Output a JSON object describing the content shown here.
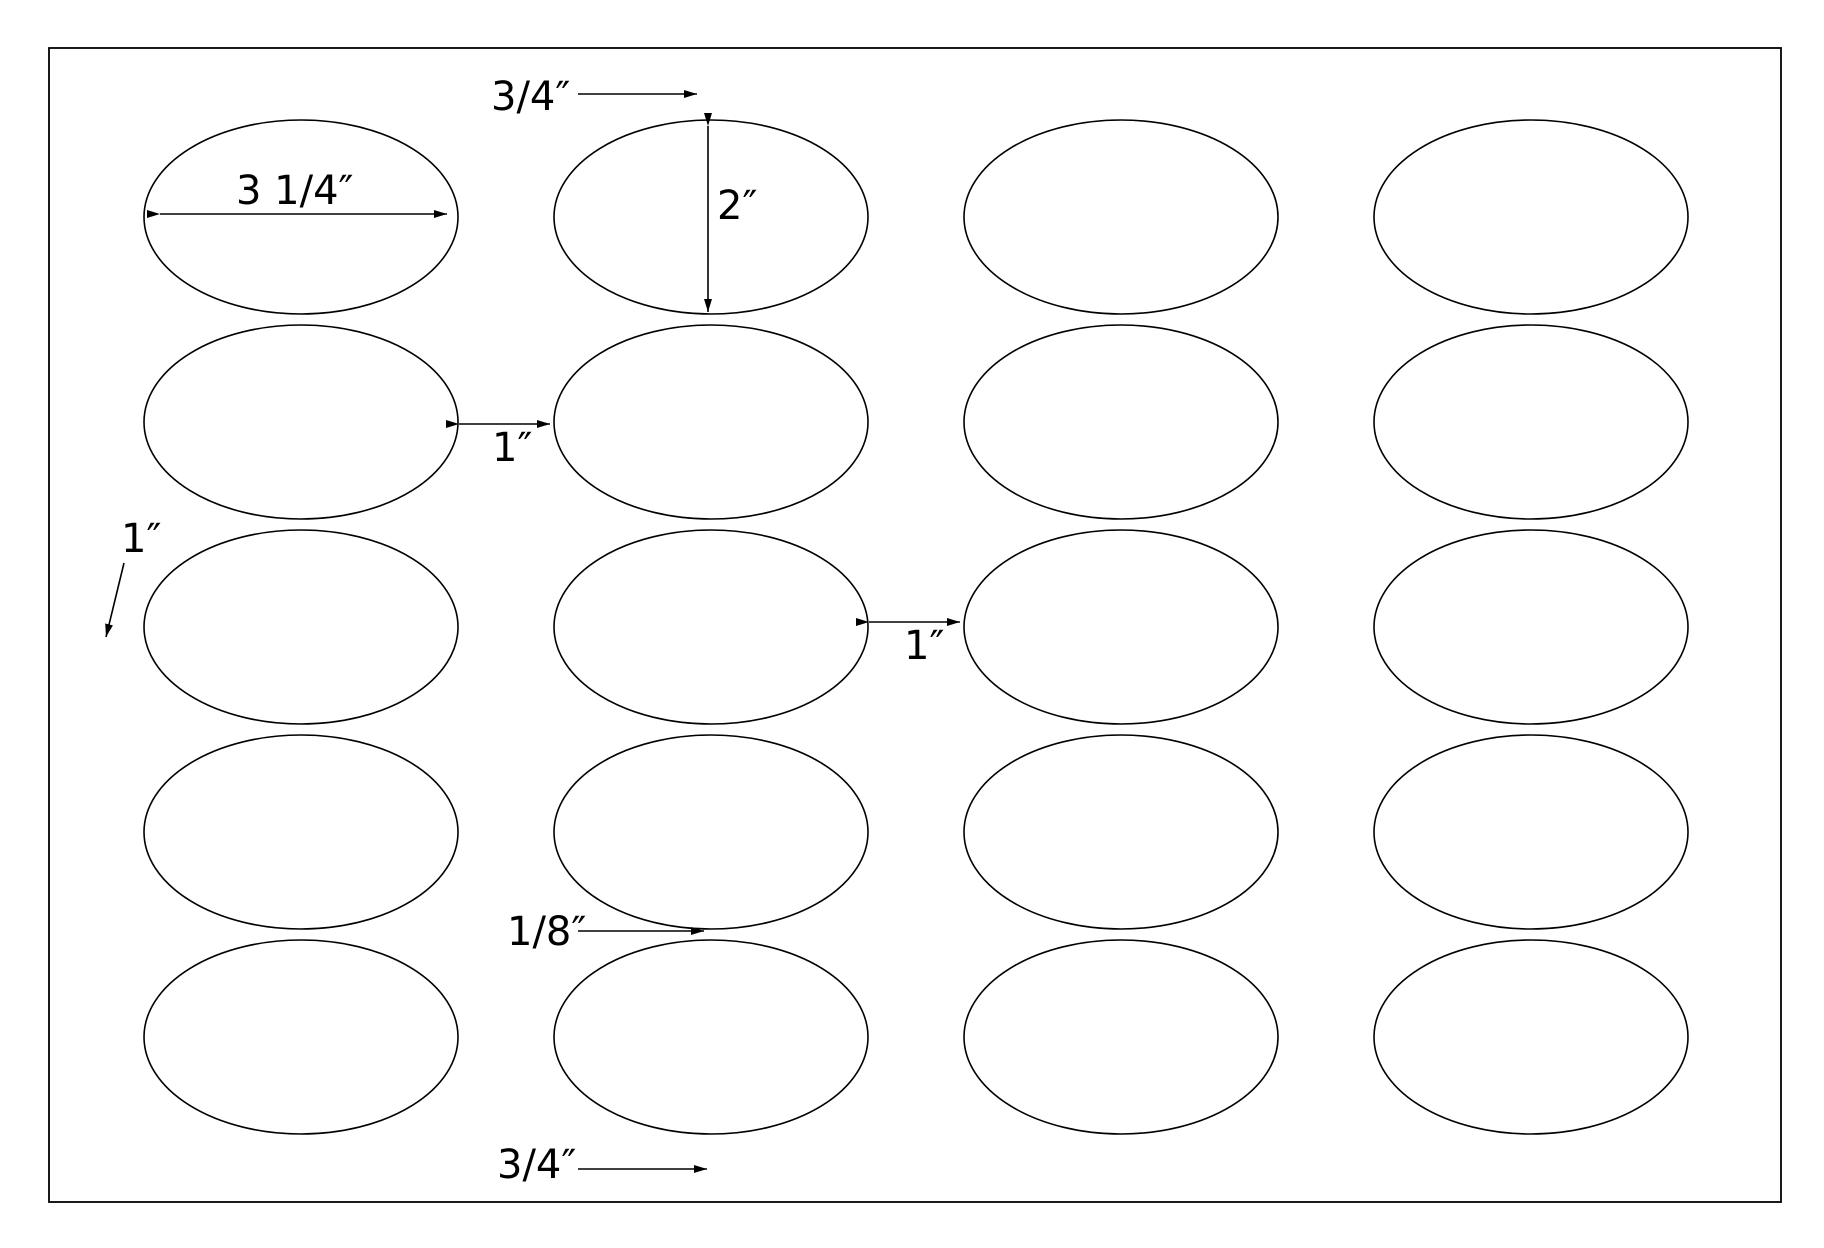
{
  "sheet": {
    "label_grid": {
      "rows": 5,
      "columns": 4
    }
  },
  "dimensions": {
    "label_width": "3 1/4″",
    "label_height": "2″",
    "top_margin": "3/4″",
    "bottom_margin": "3/4″",
    "left_margin": "1″",
    "horizontal_gap_row2": "1″",
    "horizontal_gap_row3": "1″",
    "vertical_gap": "1/8″"
  },
  "colors": {
    "line": "#000000",
    "background": "#ffffff"
  }
}
